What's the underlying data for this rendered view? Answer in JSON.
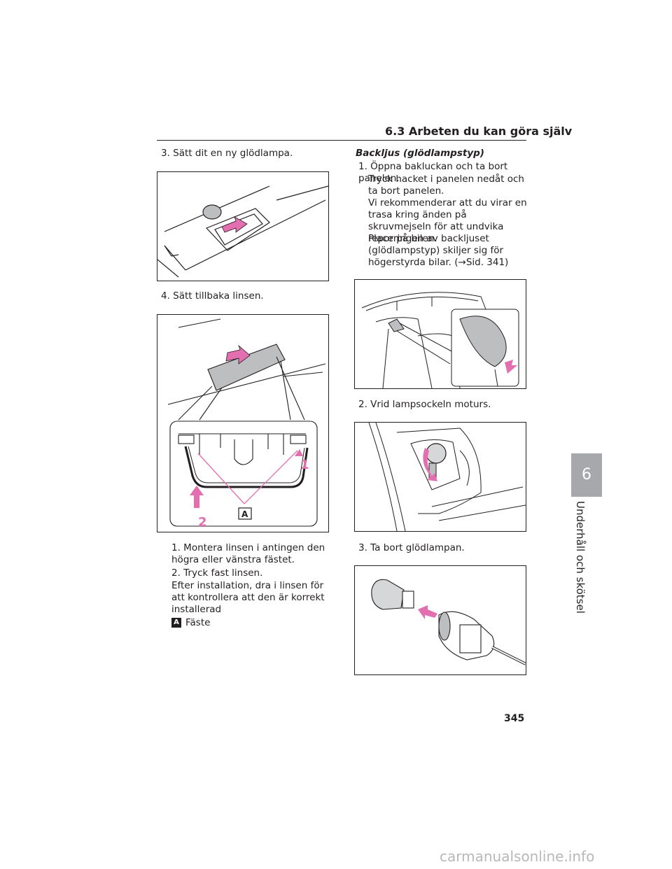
{
  "header": {
    "title": "6.3  Arbeten du kan göra själv"
  },
  "left": {
    "step3": "3. Sätt dit en ny glödlampa.",
    "step4": "4. Sätt tillbaka linsen.",
    "sub1": "1. Montera linsen i antingen den högra eller vänstra fästet.",
    "sub2": "2. Tryck fast linsen.",
    "note": "Efter installation, dra i linsen för att kontrollera att den är korrekt installerad",
    "legend_letter": "A",
    "legend_text": "Fäste",
    "fig2_labels": {
      "one": "1",
      "two": "2",
      "a": "A"
    }
  },
  "right": {
    "section": "Backljus (glödlampstyp)",
    "step1": "1. Öppna bakluckan och ta bort panelen.",
    "p1": "Tryck hacket i panelen nedåt och ta bort panelen.",
    "p2": "Vi rekommenderar att du virar en trasa kring änden på skruvmejseln för att undvika repor på bilen.",
    "p3": "Placeringen av backljuset (glödlampstyp) skiljer sig för högerstyrda bilar. (→Sid. 341)",
    "step2": "2. Vrid lampsockeln moturs.",
    "step3": "3. Ta bort glödlampan."
  },
  "tab": {
    "number": "6",
    "text": "Underhåll och skötsel"
  },
  "footer": {
    "page": "345",
    "watermark": "carmanualsonline.info"
  },
  "colors": {
    "accent": "#e36fb0",
    "tab": "#a6a8ab"
  }
}
